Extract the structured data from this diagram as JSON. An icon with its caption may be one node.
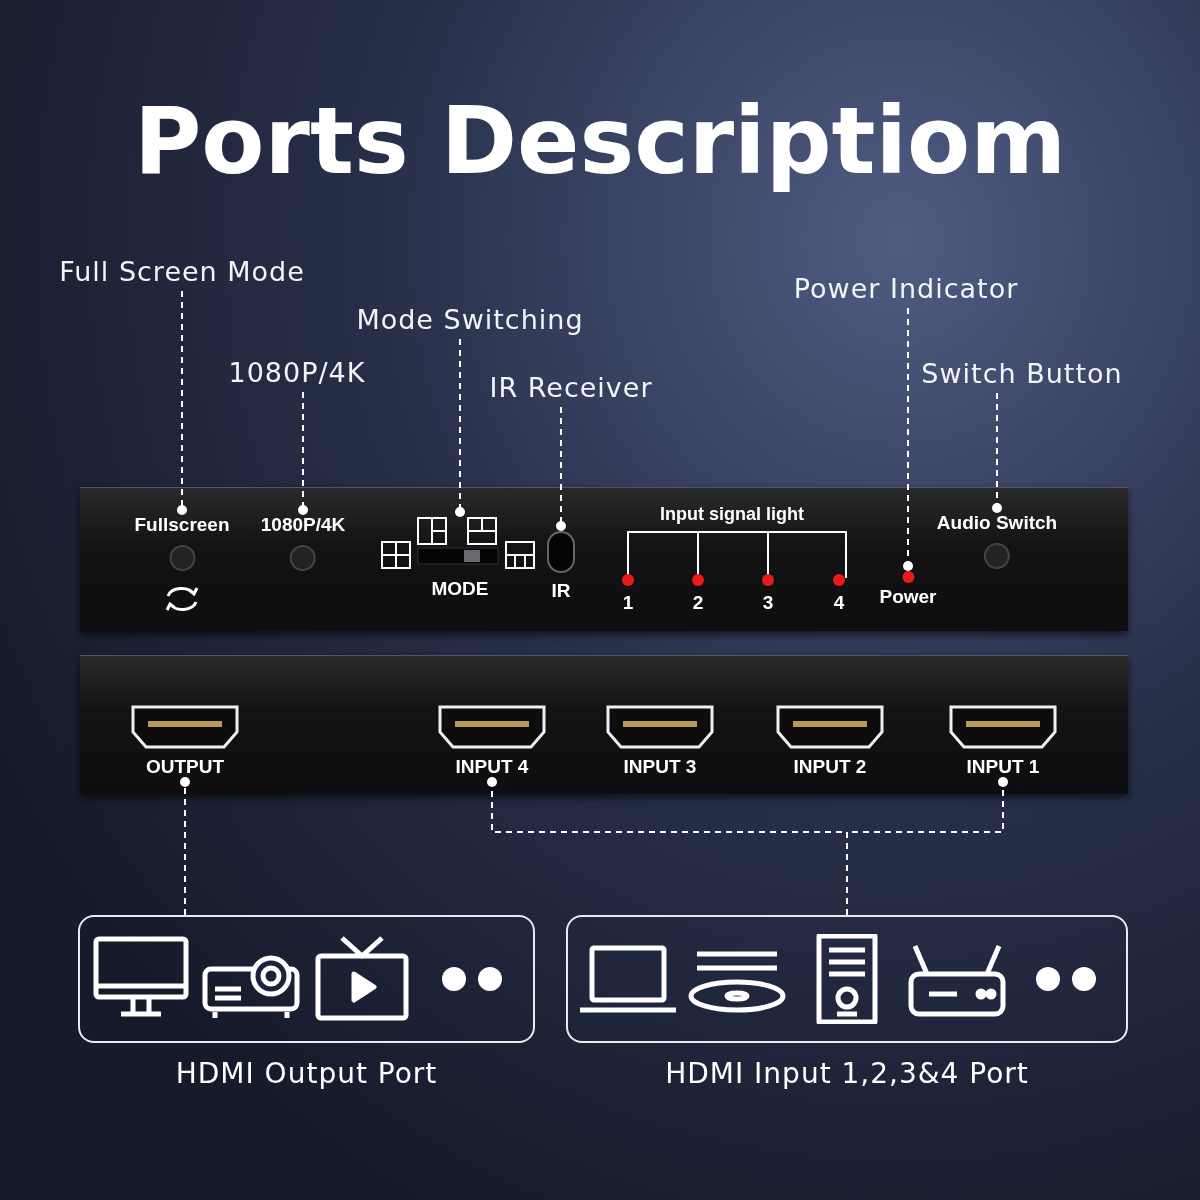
{
  "diagram": {
    "title": "Ports Descriptiom",
    "nodes": [
      {
        "text": [
          "Full Screen Mode"
        ]
      },
      {
        "text": [
          "1080P/4K"
        ]
      },
      {
        "text": [
          "Mode Switching"
        ]
      },
      {
        "text": [
          "IR Receiver"
        ]
      },
      {
        "text": [
          "Power Indicator"
        ]
      },
      {
        "text": [
          "Switch Button"
        ]
      },
      {
        "text": [],
        "shape": "box"
      },
      {
        "text": [
          "Fullscreen"
        ],
        "in": 6
      },
      {
        "text": [
          "1080P/4K"
        ],
        "in": 6
      },
      {
        "text": [
          "MODE"
        ],
        "in": 6
      },
      {
        "text": [
          "IR"
        ],
        "in": 6
      },
      {
        "text": [
          "Power"
        ],
        "in": 6
      },
      {
        "text": [
          "Audio Switch"
        ],
        "in": 6
      },
      {
        "text": [],
        "shape": "box"
      },
      {
        "text": [
          "OUTPUT"
        ],
        "in": 13
      },
      {
        "text": [
          "INPUT 4"
        ],
        "in": 13
      },
      {
        "text": [
          "INPUT 3"
        ],
        "in": 13
      },
      {
        "text": [
          "INPUT 2"
        ],
        "in": 13
      },
      {
        "text": [
          "INPUT 1"
        ],
        "in": 13
      },
      {
        "text": [
          "HDMI Output Port"
        ]
      },
      {
        "text": [
          "HDMI Input 1,2,3&4 Port"
        ]
      }
    ],
    "edges": [
      {
        "from": 0,
        "to": 7,
        "arrow": "other"
      },
      {
        "from": 1,
        "to": 8,
        "arrow": "other"
      },
      {
        "from": 2,
        "to": 9,
        "arrow": "other"
      },
      {
        "from": 3,
        "to": 10,
        "arrow": "other"
      },
      {
        "from": 4,
        "to": 11,
        "arrow": "other"
      },
      {
        "from": 5,
        "to": 12,
        "arrow": "other"
      },
      {
        "from": 19,
        "to": 14,
        "arrow": "other"
      },
      {
        "from": 20,
        "to": 15,
        "arrow": "other"
      },
      {
        "from": 20,
        "to": 18,
        "arrow": "other"
      }
    ],
    "labels": [
      "Input signal light",
      "1",
      "2",
      "3",
      "4"
    ]
  }
}
